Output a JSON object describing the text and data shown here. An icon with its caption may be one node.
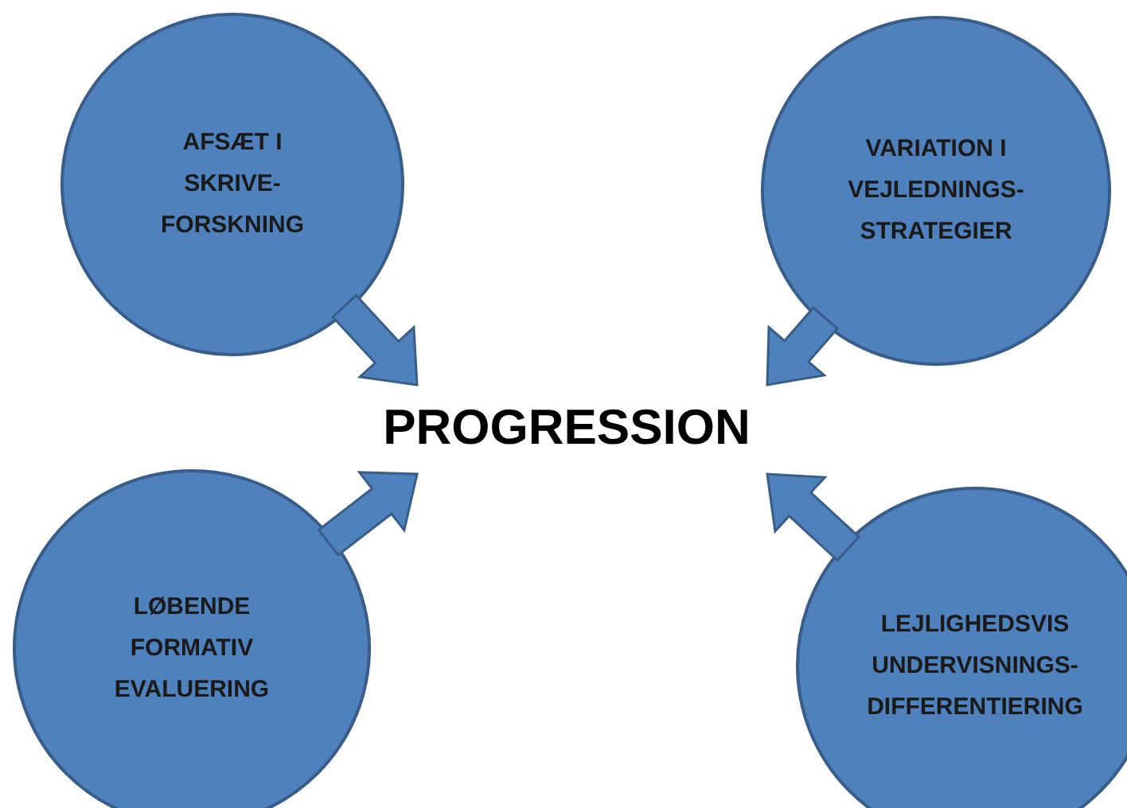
{
  "diagram": {
    "nodes": [
      {
        "text": [
          "AFSÆT I SKRIVE- FORSKNING"
        ]
      },
      {
        "text": [
          "VARIATION I VEJLEDNINGS- STRATEGIER"
        ]
      },
      {
        "text": [
          "PROGRESSION"
        ]
      },
      {
        "text": [
          "LØBENDE FORMATIV EVALUERING"
        ]
      },
      {
        "text": [
          "LEJLIGHEDSVIS UNDERVISNINGS- DIFFERENTIERING"
        ]
      }
    ],
    "edges": [
      {
        "from": 0,
        "to": 2,
        "arrow": "to",
        "style": "thick"
      },
      {
        "from": 1,
        "to": 2,
        "arrow": "to",
        "style": "thick"
      },
      {
        "from": 3,
        "to": 2,
        "arrow": "to",
        "style": "thick"
      },
      {
        "from": 4,
        "to": 2,
        "arrow": "to",
        "style": "thick"
      }
    ]
  }
}
